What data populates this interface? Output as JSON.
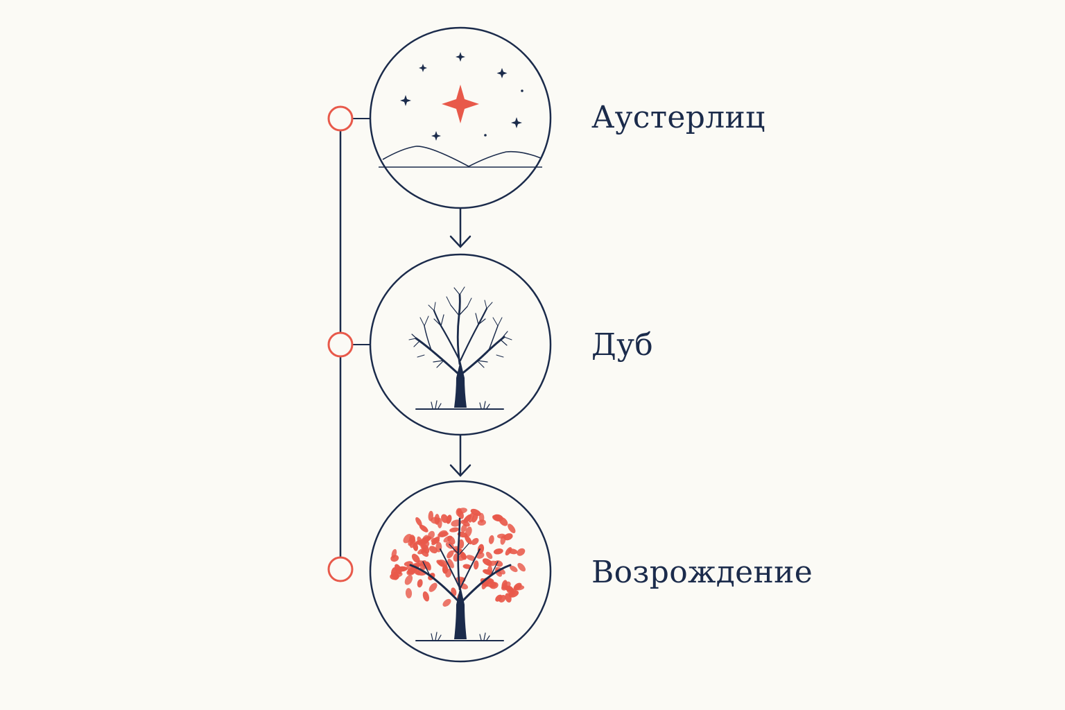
{
  "colors": {
    "background": "#fbfaf5",
    "ink": "#1b2b4b",
    "accent": "#e8594a"
  },
  "stages": [
    {
      "label": "Аустерлиц",
      "icon": "starry-sky-icon"
    },
    {
      "label": "Дуб",
      "icon": "bare-oak-icon"
    },
    {
      "label": "Возрождение",
      "icon": "blooming-oak-icon"
    }
  ]
}
